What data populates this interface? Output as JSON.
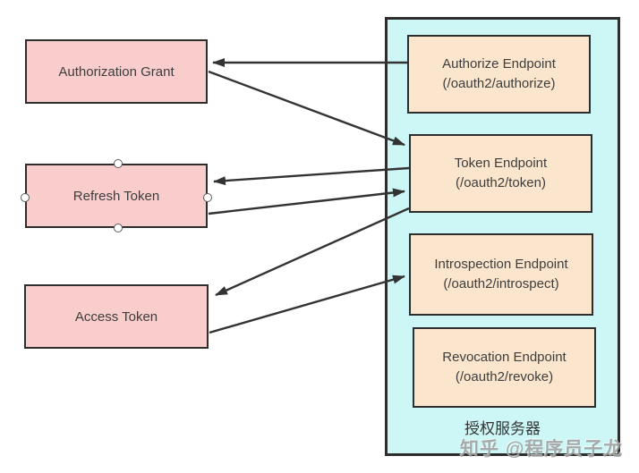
{
  "nodes": {
    "authorization_grant": {
      "label": "Authorization Grant"
    },
    "refresh_token": {
      "label": "Refresh Token"
    },
    "access_token": {
      "label": "Access Token"
    }
  },
  "endpoints": {
    "authorize": {
      "name": "Authorize Endpoint",
      "path": "(/oauth2/authorize)"
    },
    "token": {
      "name": "Token Endpoint",
      "path": "(/oauth2/token)"
    },
    "introspection": {
      "name": "Introspection Endpoint",
      "path": "(/oauth2/introspect)"
    },
    "revocation": {
      "name": "Revocation Endpoint",
      "path": "(/oauth2/revoke)"
    }
  },
  "server": {
    "label": "授权服务器"
  },
  "watermark": {
    "text": "知乎 @程序员子龙"
  },
  "colors": {
    "pink_fill": "#f8cdcc",
    "orange_fill": "#fce5cd",
    "cyan_fill": "#ccf7f6",
    "border": "#2d2d2d",
    "arrow": "#333333",
    "watermark_gray": "#969696"
  },
  "connections": [
    {
      "from": "authorize-endpoint",
      "to": "authorization-grant"
    },
    {
      "from": "authorization-grant",
      "to": "token-endpoint"
    },
    {
      "from": "token-endpoint",
      "to": "refresh-token"
    },
    {
      "from": "refresh-token",
      "to": "token-endpoint"
    },
    {
      "from": "token-endpoint",
      "to": "access-token"
    },
    {
      "from": "access-token",
      "to": "introspection-endpoint"
    }
  ]
}
